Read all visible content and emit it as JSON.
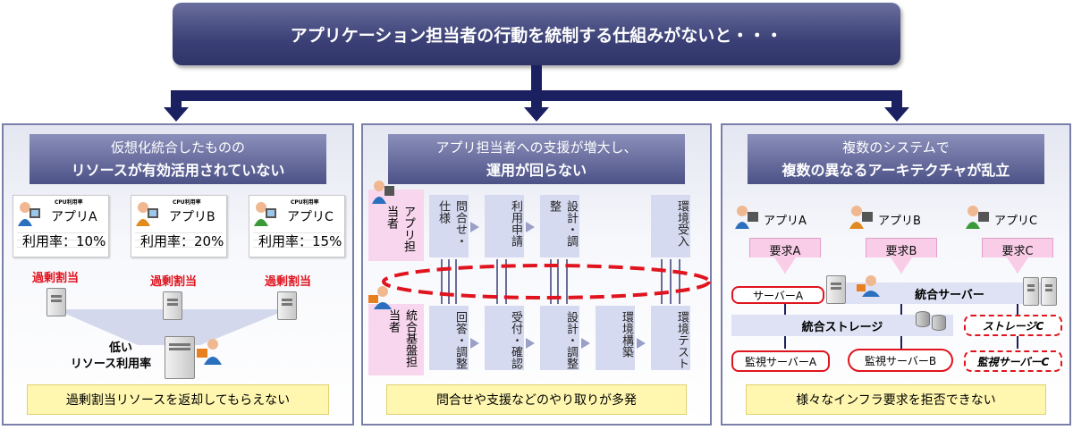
{
  "title": "アプリケーション担当者の行動を統制する仕組みがないと・・・",
  "panels": [
    {
      "head1": "仮想化統合したものの",
      "head2": "リソースが有効活用されていない",
      "cards": [
        {
          "mini": "CPU利用率",
          "app": "アプリA",
          "usage": "利用率：10%",
          "label": "過剰割当"
        },
        {
          "mini": "CPU利用率",
          "app": "アプリB",
          "usage": "利用率：20%",
          "label": "過剰割当"
        },
        {
          "mini": "CPU利用率",
          "app": "アプリC",
          "usage": "利用率：15%",
          "label": "過剰割当"
        }
      ],
      "center_label1": "低い",
      "center_label2": "リソース利用率",
      "footer": "過剰割当リソースを返却してもらえない"
    },
    {
      "head1": "アプリ担当者への支援が増大し、",
      "head2": "運用が回らない",
      "row_app": {
        "role": "アプリ担当者",
        "steps": [
          "問合せ・仕様",
          "利用申請",
          "設計・調整",
          "環境受入"
        ]
      },
      "row_infra": {
        "role": "統合基盤担当者",
        "steps": [
          "回答・調整",
          "受付・確認",
          "設計・調整",
          "環境構築",
          "環境テスト"
        ]
      },
      "footer": "問合せや支援などのやり取りが多発"
    },
    {
      "head1": "複数のシステムで",
      "head2": "複数の異なるアーキテクチャが乱立",
      "apps": [
        "アプリA",
        "アプリB",
        "アプリC"
      ],
      "requests": [
        "要求A",
        "要求B",
        "要求C"
      ],
      "server_a": "サーバーA",
      "integrated_server": "統合サーバー",
      "integrated_storage": "統合ストレージ",
      "storage_c": "ストレージC",
      "monitor": [
        "監視サーバーA",
        "監視サーバーB",
        "監視サーバーC"
      ],
      "footer": "様々なインフラ要求を拒否できない"
    }
  ],
  "colors": {
    "navy": "#2f3468",
    "red": "#e0141e",
    "footer_bg": "#fff7b0",
    "lavender": "#d6daf0",
    "pink": "#f7d6ee"
  }
}
